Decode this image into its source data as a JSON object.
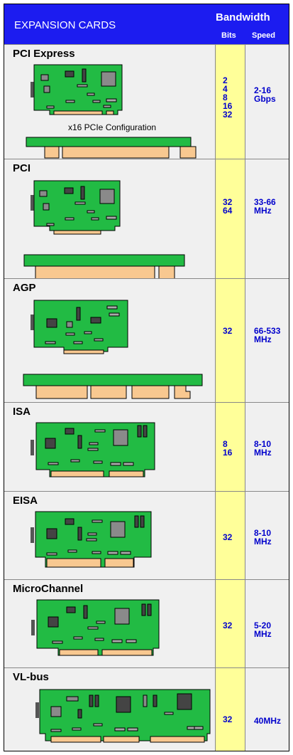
{
  "header": {
    "title": "EXPANSION CARDS",
    "bandwidth": "Bandwidth",
    "bits": "Bits",
    "speed": "Speed"
  },
  "rows": [
    {
      "name": "PCI Express",
      "bits": "2\n4\n8\n16\n32",
      "speed": "2-16\nGbps",
      "note": "x16 PCIe Configuration"
    },
    {
      "name": "PCI",
      "bits": "32\n64",
      "speed": "33-66\nMHz"
    },
    {
      "name": "AGP",
      "bits": "32",
      "speed": "66-533\nMHz"
    },
    {
      "name": "ISA",
      "bits": "8\n16",
      "speed": "8-10\nMHz"
    },
    {
      "name": "EISA",
      "bits": "32",
      "speed": "8-10\nMHz"
    },
    {
      "name": "MicroChannel",
      "bits": "32",
      "speed": "5-20\nMHz"
    },
    {
      "name": "VL-bus",
      "bits": "32",
      "speed": "40MHz"
    }
  ],
  "colors": {
    "header_bg": "#1c1cf0",
    "bits_bg": "#ffff99",
    "card_green": "#22bb44",
    "pin_orange": "#f8c890",
    "text_blue": "#0000cc"
  }
}
